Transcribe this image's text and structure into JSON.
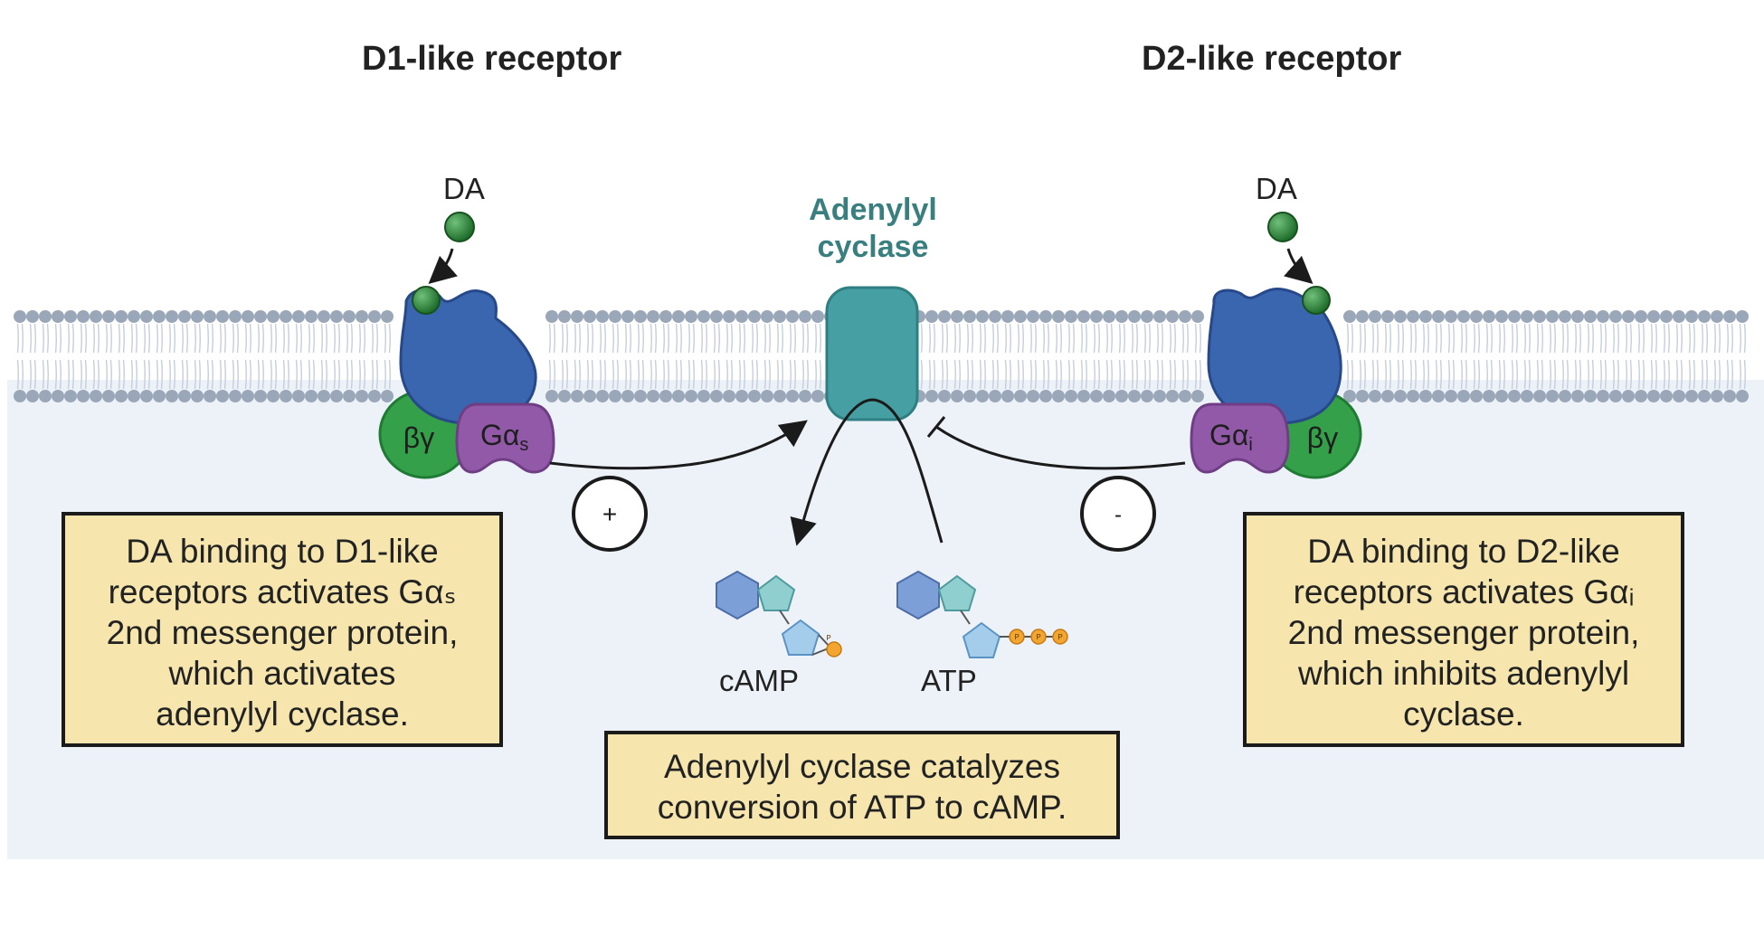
{
  "headings": {
    "d1": "D1-like receptor",
    "d2": "D2-like receptor"
  },
  "ligand": {
    "left": "DA",
    "right": "DA"
  },
  "adenylyl_cyclase": {
    "line1": "Adenylyl",
    "line2": "cyclase"
  },
  "subunits": {
    "left_beta_gamma": "βγ",
    "left_galpha": "Gα",
    "left_galpha_sub": "s",
    "right_beta_gamma": "βγ",
    "right_galpha": "Gα",
    "right_galpha_sub": "i"
  },
  "signs": {
    "plus": "+",
    "minus": "-"
  },
  "molecules": {
    "camp": "cAMP",
    "atp": "ATP",
    "phosphate": "P"
  },
  "boxes": {
    "left": [
      "DA binding to D1-like",
      "receptors activates Gαₛ",
      "2nd messenger protein,",
      "which activates",
      "adenylyl cyclase."
    ],
    "center": [
      "Adenylyl cyclase catalyzes",
      "conversion of ATP to cAMP."
    ],
    "right": [
      "DA binding to D2-like",
      "receptors activates Gαᵢ",
      "2nd messenger protein,",
      "which inhibits adenylyl",
      "cyclase."
    ]
  },
  "colors": {
    "membrane_head": "#9aa7b8",
    "membrane_tail": "#c6cedb",
    "cytoplasm": "#edf2f9",
    "receptor": "#3a66b0",
    "receptor_stroke": "#27498a",
    "g_alpha": "#9259a9",
    "beta_gamma": "#35a04a",
    "dopamine": "#2c8a3a",
    "adenylyl_cyclase": "#46a0a3",
    "adenylyl_cyclase_text": "#3a7f7f",
    "box_fill": "#f6e6ad",
    "hexagon": "#7d9fd8",
    "pentagon_teal": "#8fcfd0",
    "pentagon_blue": "#a4cdec",
    "phosphate": "#f2a531"
  }
}
